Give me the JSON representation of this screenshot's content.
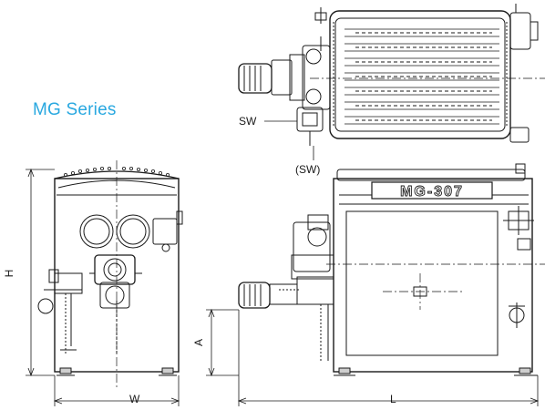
{
  "title": {
    "text": "MG Series",
    "color": "#29a8e0"
  },
  "model_plate": "MG-307",
  "labels": {
    "sw": "SW",
    "sw_alt": "(SW)",
    "height": "H",
    "width": "W",
    "length": "L",
    "a": "A"
  },
  "line_color": "#1a1a1a"
}
